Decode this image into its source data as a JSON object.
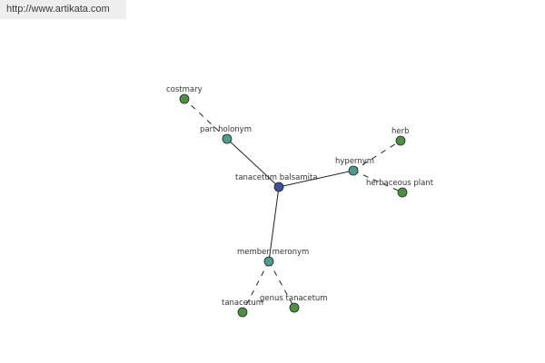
{
  "header": {
    "url": "http://www.artikata.com"
  },
  "colors": {
    "center_node": "#3f4f9a",
    "relation_node": "#4e9a8e",
    "term_node": "#4f8f45",
    "edge": "#222222",
    "node_stroke": "#1e2a1e"
  },
  "graph": {
    "nodes": [
      {
        "id": "center",
        "label": "tanacetum balsamita",
        "kind": "center"
      },
      {
        "id": "part",
        "label": "part holonym",
        "kind": "relation"
      },
      {
        "id": "hyper",
        "label": "hypernym",
        "kind": "relation"
      },
      {
        "id": "member",
        "label": "member meronym",
        "kind": "relation"
      },
      {
        "id": "costmary",
        "label": "costmary",
        "kind": "term"
      },
      {
        "id": "herb",
        "label": "herb",
        "kind": "term"
      },
      {
        "id": "herbaceous",
        "label": "herbaceous plant",
        "kind": "term"
      },
      {
        "id": "tanacetum",
        "label": "tanacetum",
        "kind": "term"
      },
      {
        "id": "genus",
        "label": "genus tanacetum",
        "kind": "term"
      }
    ],
    "edges": [
      {
        "from": "center",
        "to": "part",
        "style": "solid"
      },
      {
        "from": "center",
        "to": "hyper",
        "style": "solid"
      },
      {
        "from": "center",
        "to": "member",
        "style": "solid"
      },
      {
        "from": "part",
        "to": "costmary",
        "style": "dashed"
      },
      {
        "from": "hyper",
        "to": "herb",
        "style": "dashed"
      },
      {
        "from": "hyper",
        "to": "herbaceous",
        "style": "dashed"
      },
      {
        "from": "member",
        "to": "tanacetum",
        "style": "dashed"
      },
      {
        "from": "member",
        "to": "genus",
        "style": "dashed"
      }
    ]
  }
}
